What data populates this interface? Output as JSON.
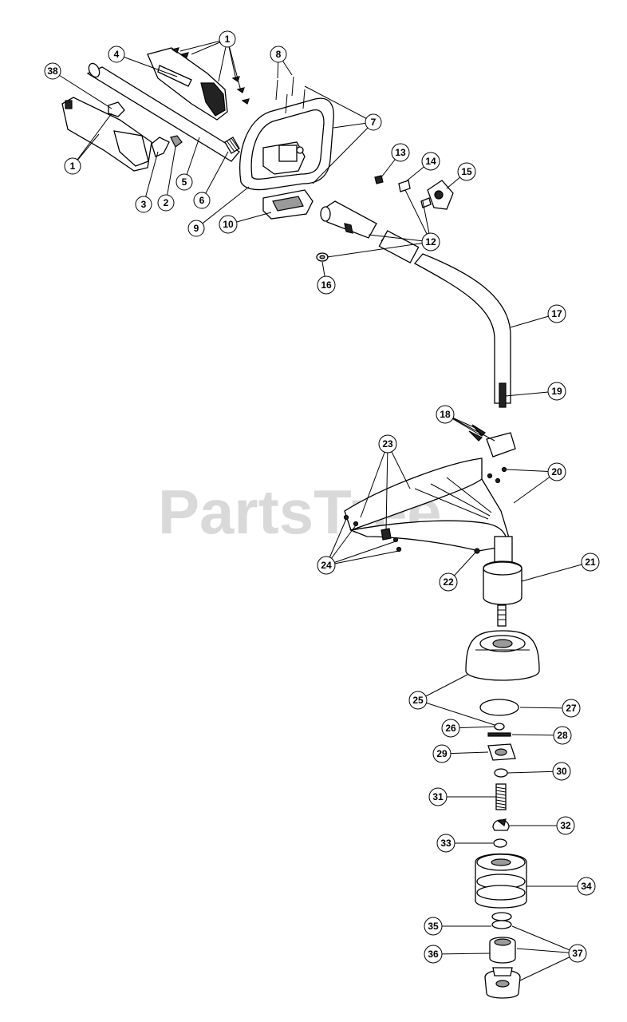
{
  "watermark": "PartsTree",
  "callouts": [
    {
      "id": "c1a",
      "label": "1"
    },
    {
      "id": "c38",
      "label": "38"
    },
    {
      "id": "c4",
      "label": "4"
    },
    {
      "id": "c8",
      "label": "8"
    },
    {
      "id": "c7",
      "label": "7"
    },
    {
      "id": "c1b",
      "label": "1"
    },
    {
      "id": "c3",
      "label": "3"
    },
    {
      "id": "c2",
      "label": "2"
    },
    {
      "id": "c5",
      "label": "5"
    },
    {
      "id": "c6",
      "label": "6"
    },
    {
      "id": "c9",
      "label": "9"
    },
    {
      "id": "c10",
      "label": "10"
    },
    {
      "id": "c13",
      "label": "13"
    },
    {
      "id": "c14",
      "label": "14"
    },
    {
      "id": "c15",
      "label": "15"
    },
    {
      "id": "c12",
      "label": "12"
    },
    {
      "id": "c16",
      "label": "16"
    },
    {
      "id": "c17",
      "label": "17"
    },
    {
      "id": "c19",
      "label": "19"
    },
    {
      "id": "c18",
      "label": "18"
    },
    {
      "id": "c23",
      "label": "23"
    },
    {
      "id": "c20",
      "label": "20"
    },
    {
      "id": "c24",
      "label": "24"
    },
    {
      "id": "c22",
      "label": "22"
    },
    {
      "id": "c21",
      "label": "21"
    },
    {
      "id": "c25",
      "label": "25"
    },
    {
      "id": "c27",
      "label": "27"
    },
    {
      "id": "c26",
      "label": "26"
    },
    {
      "id": "c28",
      "label": "28"
    },
    {
      "id": "c29",
      "label": "29"
    },
    {
      "id": "c30",
      "label": "30"
    },
    {
      "id": "c31",
      "label": "31"
    },
    {
      "id": "c32",
      "label": "32"
    },
    {
      "id": "c33",
      "label": "33"
    },
    {
      "id": "c34",
      "label": "34"
    },
    {
      "id": "c35",
      "label": "35"
    },
    {
      "id": "c36",
      "label": "36"
    },
    {
      "id": "c37",
      "label": "37"
    }
  ]
}
